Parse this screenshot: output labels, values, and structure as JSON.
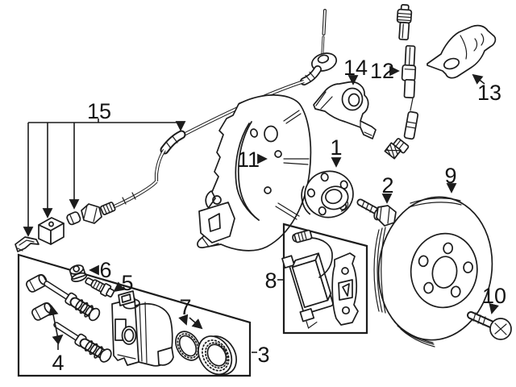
{
  "diagram": {
    "background_color": "#ffffff",
    "line_color": "#1c1c1c",
    "callouts": {
      "c1": "1",
      "c2": "2",
      "c3": "3",
      "c4": "4",
      "c5": "5",
      "c6": "6",
      "c7": "7",
      "c8": "8",
      "c9": "9",
      "c10": "10",
      "c11": "11",
      "c12": "12",
      "c13": "13",
      "c14": "14",
      "c15": "15"
    }
  }
}
